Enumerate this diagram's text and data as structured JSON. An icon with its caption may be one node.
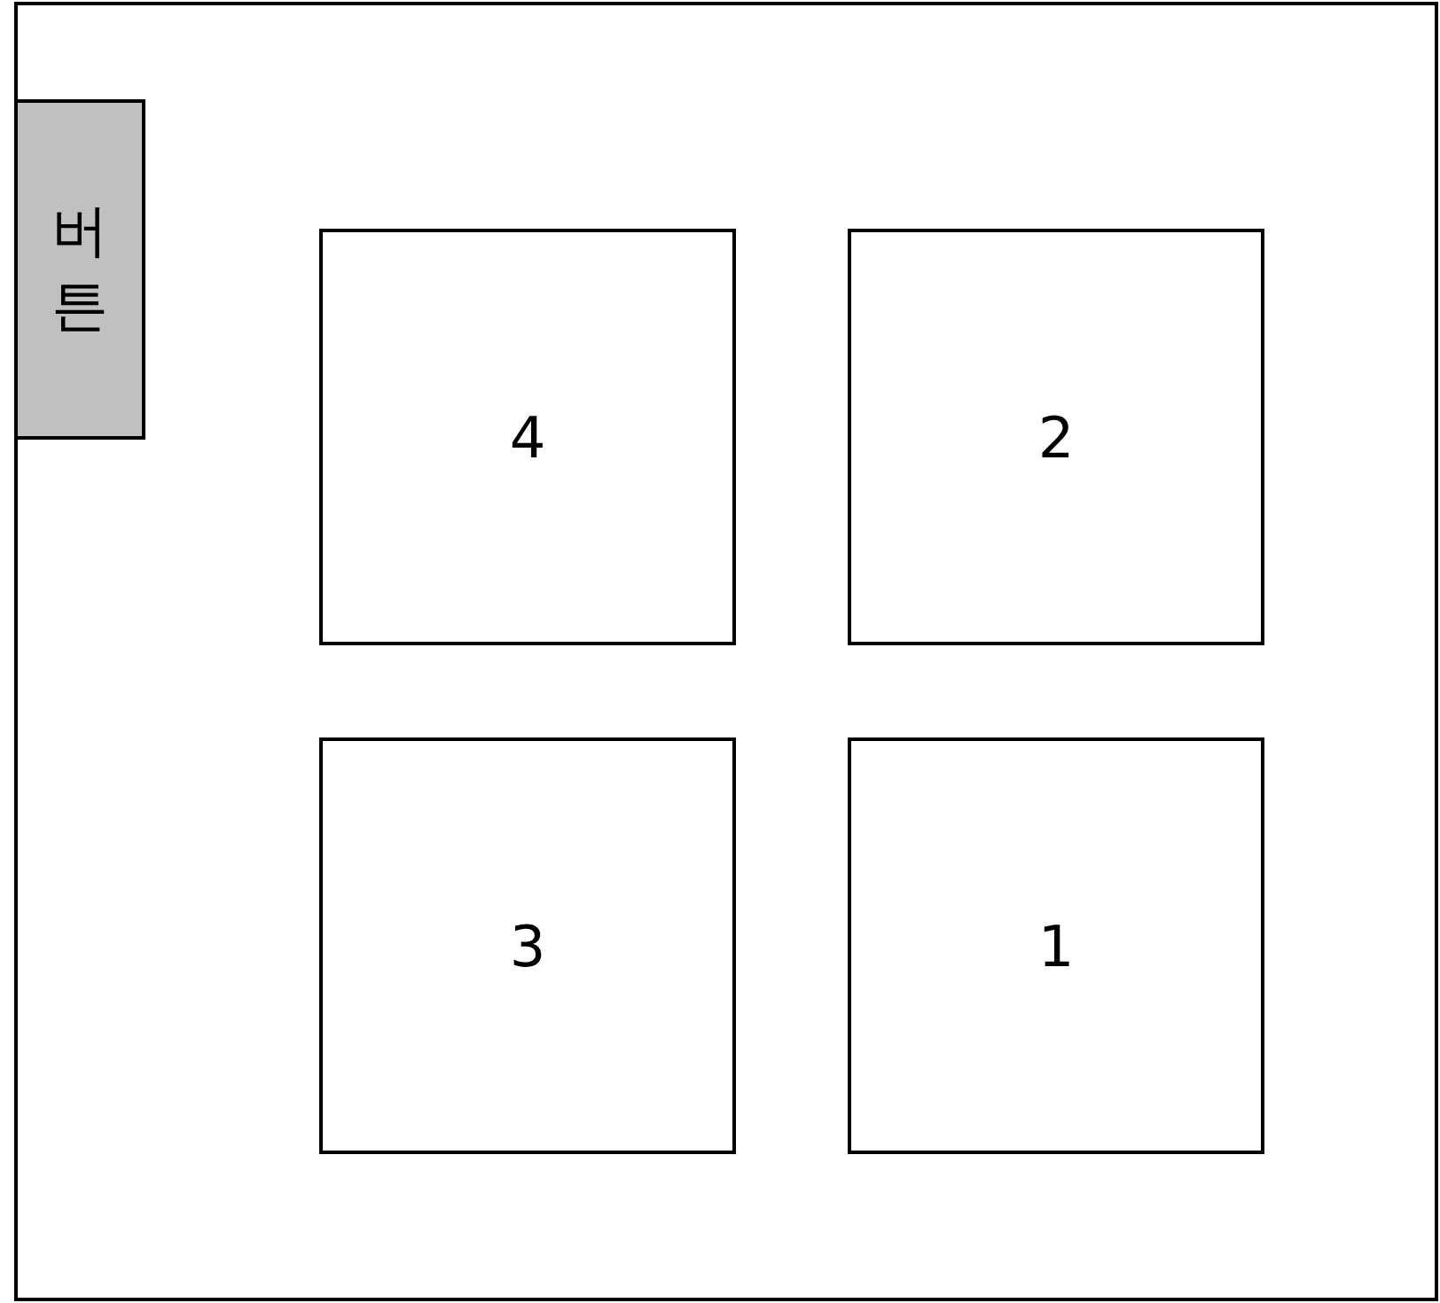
{
  "diagram": {
    "nodes": [
      {
        "text": [],
        "shape": "box"
      },
      {
        "text": [
          "버튼"
        ],
        "in": 0
      },
      {
        "text": [
          "4"
        ],
        "in": 0
      },
      {
        "text": [
          "2"
        ],
        "in": 0
      },
      {
        "text": [
          "3"
        ],
        "in": 0
      },
      {
        "text": [
          "1"
        ],
        "in": 0
      }
    ]
  }
}
